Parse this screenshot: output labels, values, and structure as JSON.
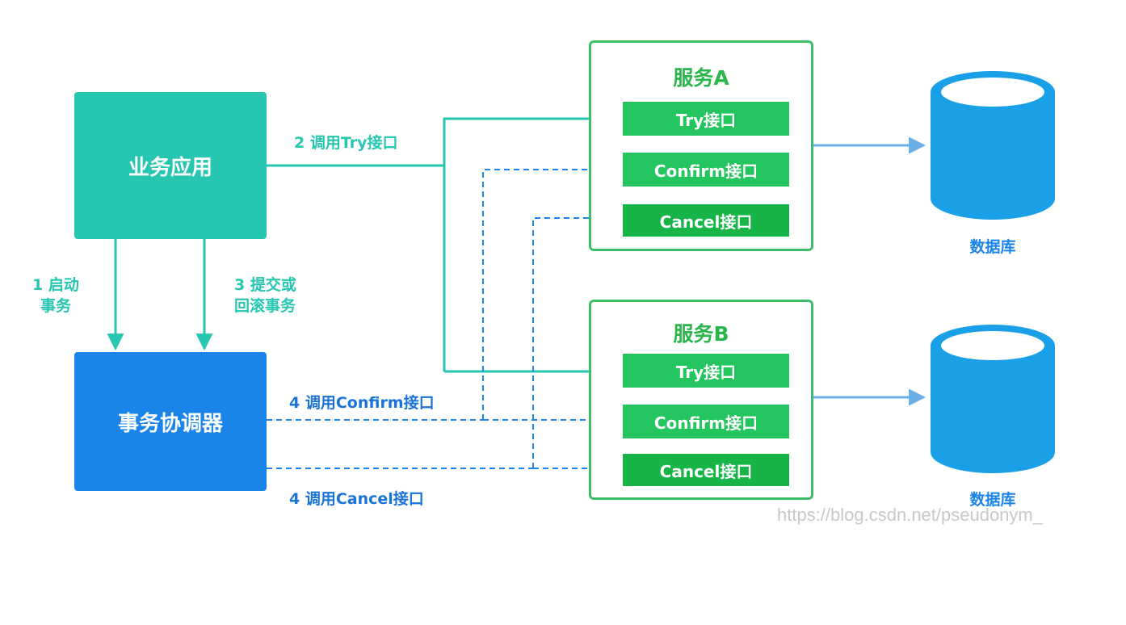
{
  "nodes": {
    "business_app": "业务应用",
    "coordinator": "事务协调器"
  },
  "services": [
    {
      "title": "服务A",
      "interfaces": [
        "Try接口",
        "Confirm接口",
        "Cancel接口"
      ]
    },
    {
      "title": "服务B",
      "interfaces": [
        "Try接口",
        "Confirm接口",
        "Cancel接口"
      ]
    }
  ],
  "edges": {
    "start_line1": "1 启动",
    "start_line2": "事务",
    "commit_line1": "3 提交或",
    "commit_line2": "回滚事务",
    "call_try": "2 调用Try接口",
    "call_confirm": "4 调用Confirm接口",
    "call_cancel": "4 调用Cancel接口"
  },
  "databases": [
    "数据库",
    "数据库"
  ],
  "watermark": "https://blog.csdn.net/pseudonym_",
  "colors": {
    "teal": "#26c6b0",
    "blue": "#1a84ea",
    "green": "#22c55e",
    "frame": "#3dbd6a",
    "db": "#1aa0e6",
    "arrow_db": "#6aaee8"
  }
}
